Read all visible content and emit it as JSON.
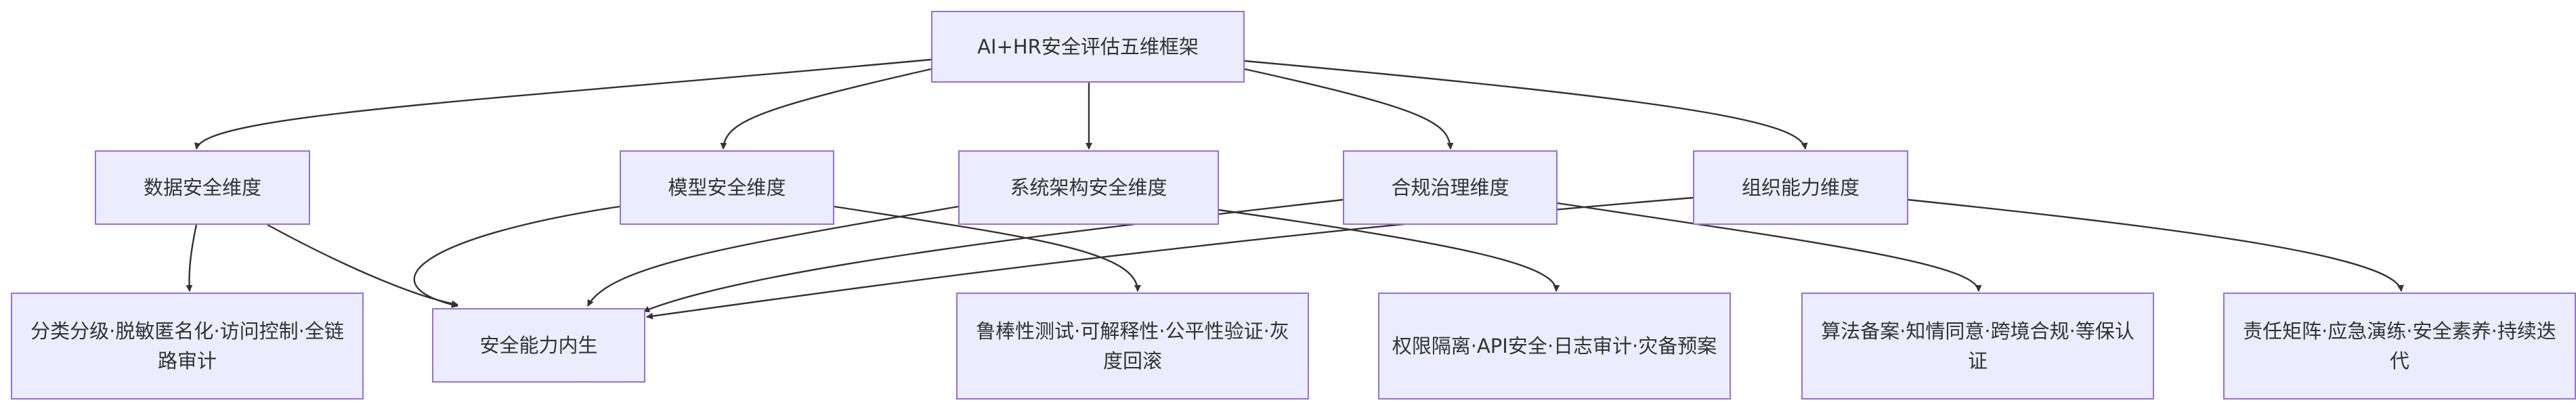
{
  "nodes": {
    "root": "AI+HR安全评估五维框架",
    "data_security": "数据安全维度",
    "model_security": "模型安全维度",
    "system_security": "系统架构安全维度",
    "compliance": "合规治理维度",
    "organization": "组织能力维度",
    "data_detail": "分类分级·脱敏匿名化·访问控制·全链路审计",
    "built_in": "安全能力内生",
    "model_detail": "鲁棒性测试·可解释性·公平性验证·灰度回滚",
    "system_detail": "权限隔离·API安全·日志审计·灾备预案",
    "compliance_detail": "算法备案·知情同意·跨境合规·等保认证",
    "organization_detail": "责任矩阵·应急演练·安全素养·持续迭代"
  },
  "colors": {
    "node_fill": "#ECECFF",
    "node_border": "#9370DB",
    "edge": "#333333",
    "text": "#333333"
  }
}
